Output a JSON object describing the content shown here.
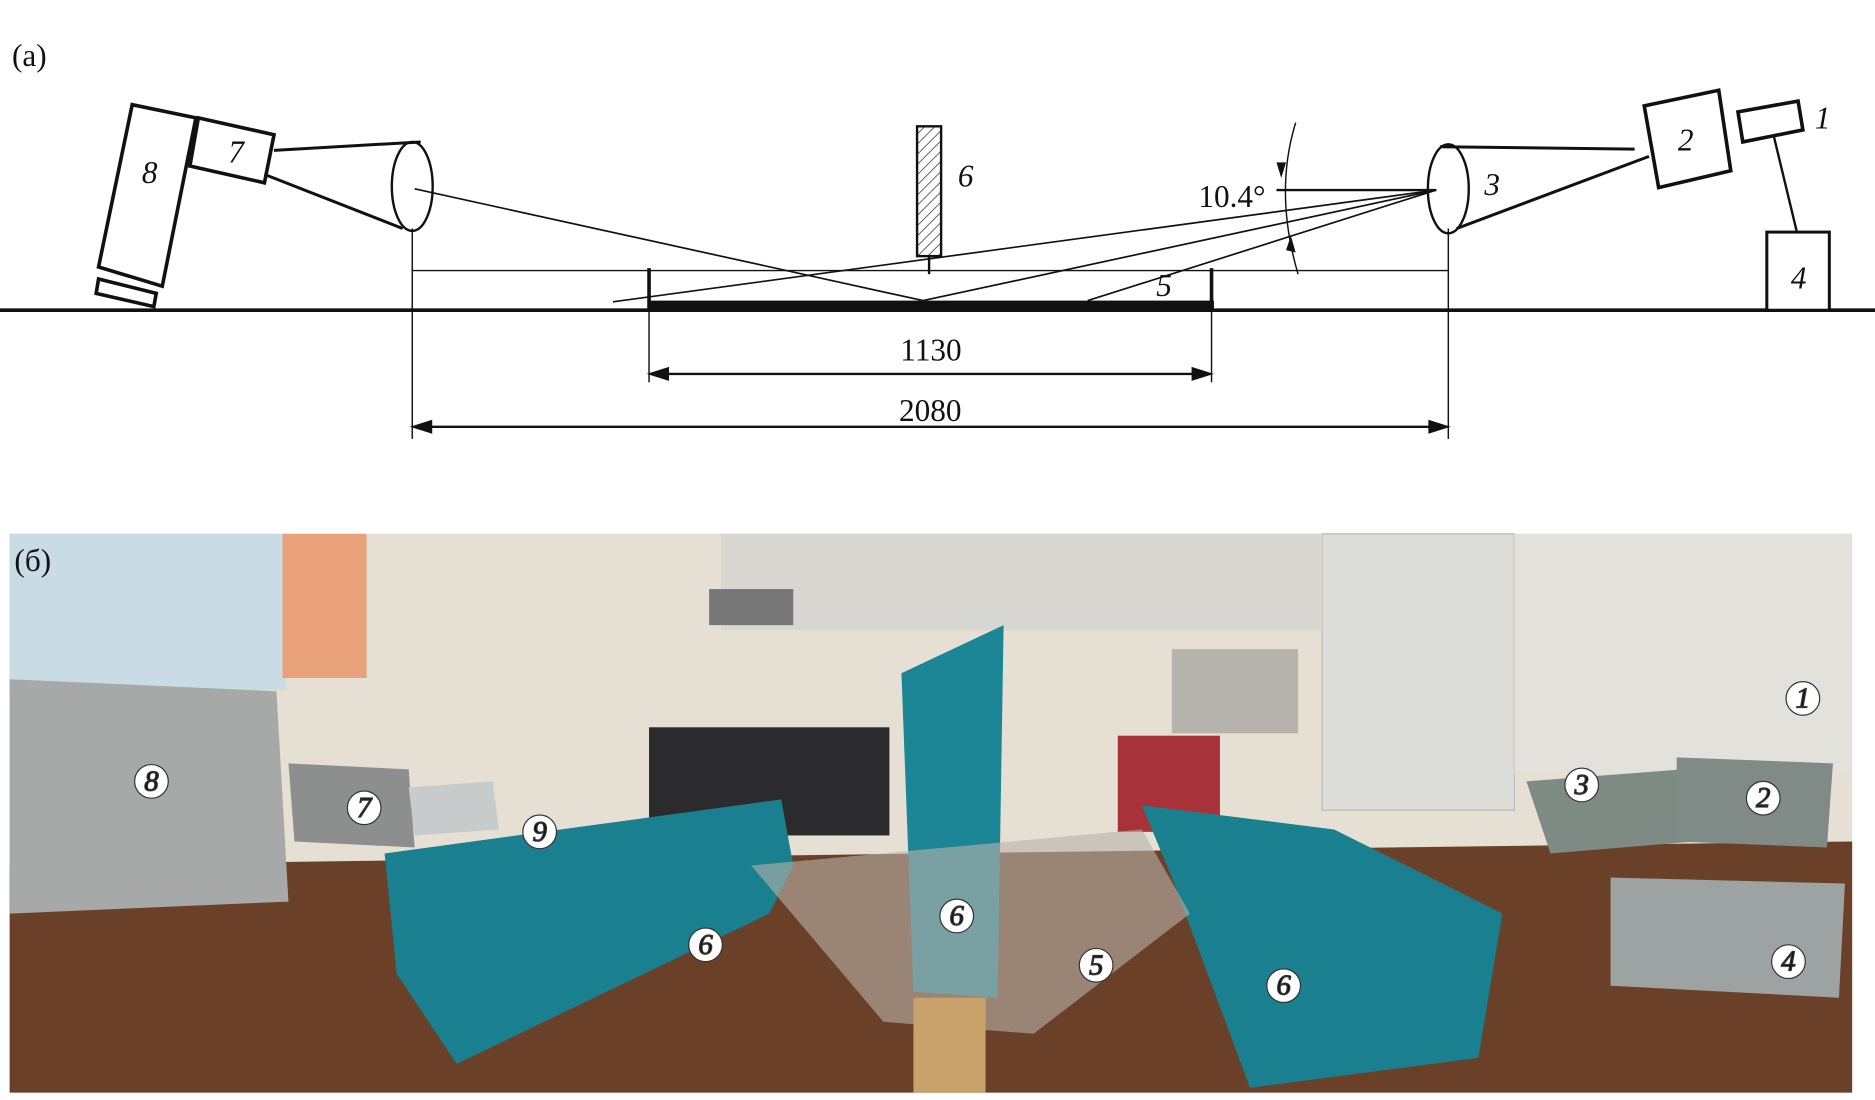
{
  "panel_a": {
    "label": "(a)",
    "parts": {
      "p1": "1",
      "p2": "2",
      "p3": "3",
      "p4": "4",
      "p5": "5",
      "p6": "6",
      "p7": "7",
      "p8": "8"
    },
    "angle": "10.4°",
    "dim_inner": "1130",
    "dim_outer": "2080"
  },
  "panel_b": {
    "label": "(б)",
    "markers": [
      "1",
      "2",
      "3",
      "4",
      "5",
      "6",
      "6",
      "6",
      "7",
      "8",
      "9"
    ]
  },
  "colors": {
    "absorber": "#1a7f8f",
    "table": "#6b4028",
    "wall": "#e9e2d6"
  }
}
